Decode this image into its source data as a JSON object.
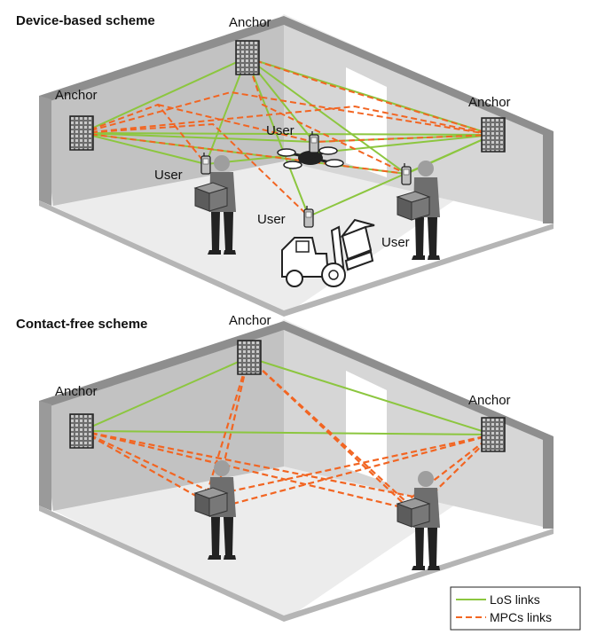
{
  "panels": [
    {
      "title": "Device-based scheme",
      "anchor_labels": [
        "Anchor",
        "Anchor",
        "Anchor"
      ],
      "user_labels": [
        "User",
        "User",
        "User",
        "User"
      ]
    },
    {
      "title": "Contact-free scheme",
      "anchor_labels": [
        "Anchor",
        "Anchor",
        "Anchor"
      ]
    }
  ],
  "legend": {
    "los": "LoS links",
    "mpc": "MPCs links"
  },
  "colors": {
    "los": "#8cc63f",
    "mpc": "#f26522",
    "wall_left": "#bdbdbd",
    "wall_back": "#d0d0d0",
    "wall_top": "#9a9a9a",
    "floor": "#ececec",
    "person": "#222222",
    "box": "#555555"
  },
  "icons": [
    "anchor-icon",
    "phone-icon",
    "drone-icon",
    "forklift-icon",
    "person-icon",
    "box-icon"
  ]
}
